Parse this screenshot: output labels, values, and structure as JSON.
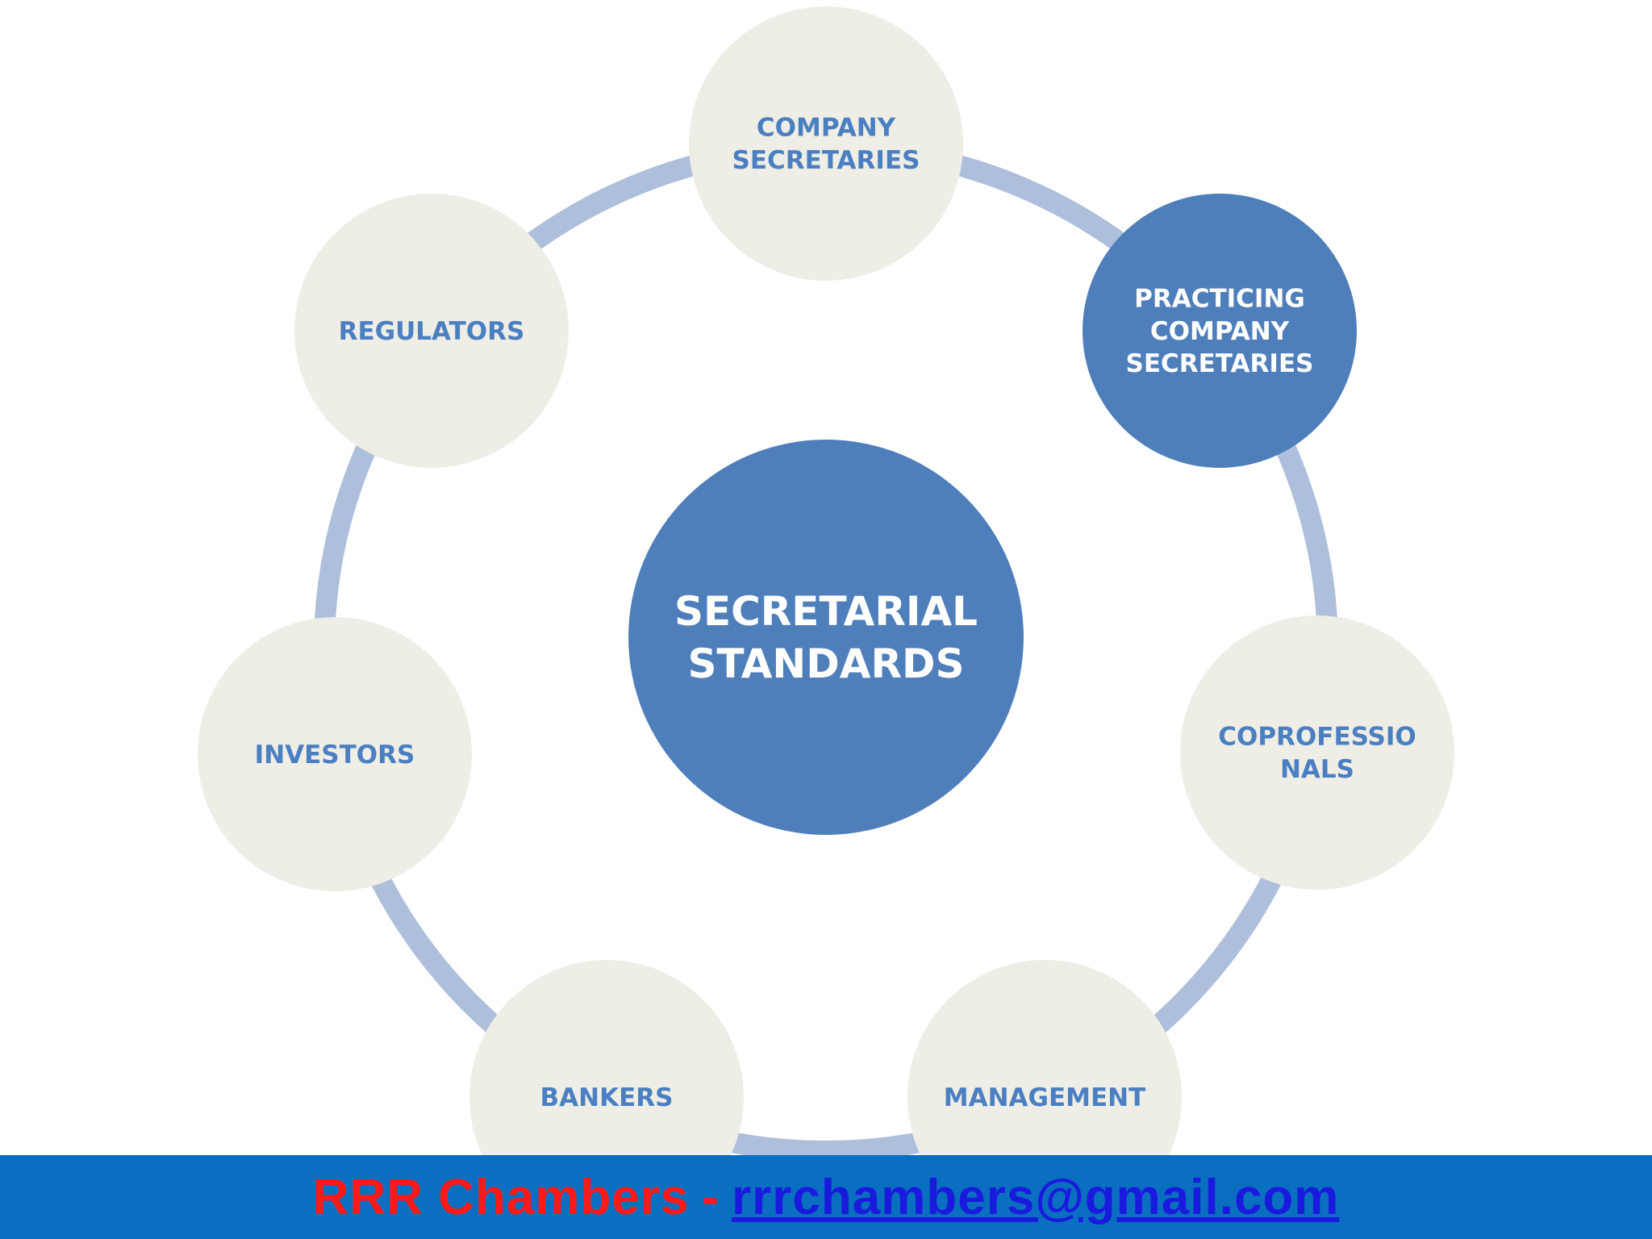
{
  "diagram": {
    "center": {
      "lines": [
        "SECRETARIAL",
        "STANDARDS"
      ]
    },
    "nodes": [
      {
        "id": "company-secretaries",
        "lines": [
          "COMPANY",
          "SECRETARIES"
        ],
        "highlight": false
      },
      {
        "id": "practicing-company-secretaries",
        "lines": [
          "PRACTICING",
          "COMPANY",
          "SECRETARIES"
        ],
        "highlight": true
      },
      {
        "id": "coprofessionals",
        "lines": [
          "COPROFESSIO",
          "NALS"
        ],
        "highlight": false
      },
      {
        "id": "management",
        "lines": [
          "MANAGEMENT"
        ],
        "highlight": false
      },
      {
        "id": "bankers",
        "lines": [
          "BANKERS"
        ],
        "highlight": false
      },
      {
        "id": "investors",
        "lines": [
          "INVESTORS"
        ],
        "highlight": false
      },
      {
        "id": "regulators",
        "lines": [
          "REGULATORS"
        ],
        "highlight": false
      }
    ],
    "colors": {
      "ring": "#aebfdc",
      "node_fill": "#eeede6",
      "node_text": "#4a7fc1",
      "highlight_fill": "#4e7fbb",
      "highlight_text": "#ffffff",
      "center_fill": "#4e7fbb",
      "center_text": "#ffffff"
    }
  },
  "footer": {
    "brand": "RRR Chambers",
    "separator": "-",
    "email": "rrrchambers@gmail.com",
    "background": "#0a6fc0",
    "brand_color": "#ff1a1a",
    "email_color": "#1a1adf"
  }
}
